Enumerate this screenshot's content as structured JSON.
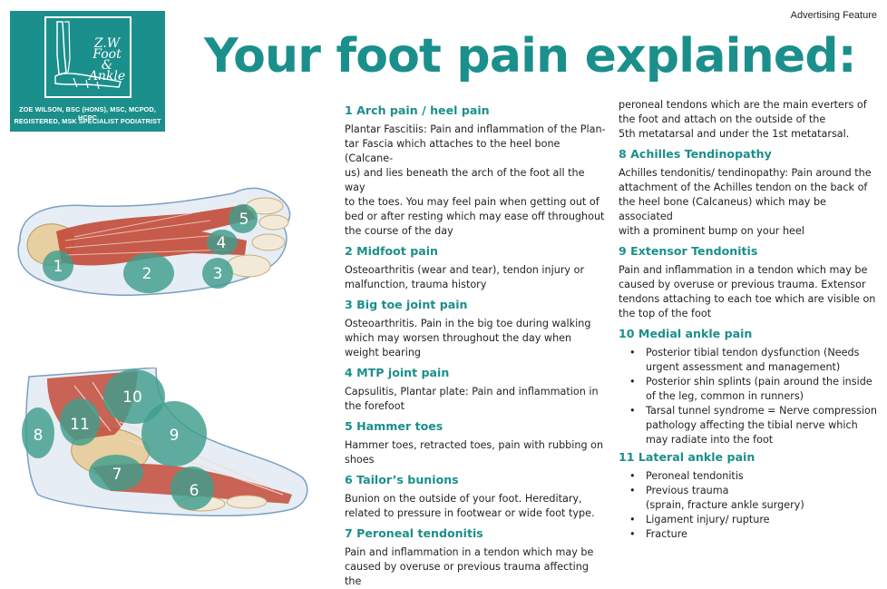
{
  "logo": {
    "name": "Z.W Foot & Ankle",
    "line1": "ZOE WILSON, BSC (HONS), MSC, MCPOD, HCPC",
    "line2": "REGISTERED, MSK SPECIALIST PODIATRIST"
  },
  "ad_label": "Advertising Feature",
  "headline": "Your foot pain explained:",
  "markers_top": [
    "1",
    "2",
    "3",
    "4",
    "5"
  ],
  "markers_side": [
    "6",
    "7",
    "8",
    "9",
    "10",
    "11"
  ],
  "colors": {
    "brand": "#1b8f8b",
    "muscle": "#c24a38",
    "marker": "#3f9e8c"
  },
  "col1": [
    {
      "title": "1 Arch pain / heel pain",
      "lines": [
        "Plantar Fascitiis: Pain and inflammation of the Plan-",
        "tar Fascia which attaches to the heel bone (Calcane-",
        "us) and lies beneath the arch of the foot all the way",
        "to the toes. You may feel pain when getting out of",
        "bed or after resting which may ease off throughout",
        "the course of the day"
      ]
    },
    {
      "title": "2 Midfoot pain",
      "lines": [
        "Osteoarthritis (wear and tear), tendon injury or",
        "malfunction, trauma history"
      ]
    },
    {
      "title": "3 Big toe joint pain",
      "lines": [
        "Osteoarthritis. Pain in the big toe during walking",
        "which may worsen throughout the day when",
        "weight bearing"
      ]
    },
    {
      "title": "4 MTP joint pain",
      "lines": [
        "Capsulitis, Plantar plate: Pain and inflammation in",
        "the forefoot"
      ]
    },
    {
      "title": "5 Hammer toes",
      "lines": [
        "Hammer toes, retracted toes, pain with rubbing on",
        "shoes"
      ]
    },
    {
      "title": "6 Tailor’s bunions",
      "lines": [
        "Bunion on the outside of your foot. Hereditary,",
        "related to pressure in footwear or wide foot type."
      ]
    },
    {
      "title": "7 Peroneal tendonitis",
      "lines": [
        "Pain and inflammation in a tendon which may be",
        "caused by overuse or previous trauma affecting the"
      ]
    }
  ],
  "col2_intro": [
    "peroneal tendons which are the main everters of",
    "the foot and attach on the outside of the",
    "5th metatarsal and under the 1st metatarsal."
  ],
  "col2": [
    {
      "title": "8 Achilles Tendinopathy",
      "lines": [
        "Achilles tendonitis/ tendinopathy: Pain around the",
        "attachment of the Achilles tendon on the back of",
        "the heel bone (Calcaneus) which may be associated",
        "with a prominent bump on your heel"
      ]
    },
    {
      "title": "9 Extensor Tendonitis",
      "lines": [
        "Pain and inflammation in a tendon which may be",
        "caused by overuse or previous trauma. Extensor",
        "tendons attaching to each toe which are visible on",
        "the top of the foot"
      ]
    }
  ],
  "sec10": {
    "title": "10 Medial ankle pain",
    "bullets": [
      [
        "Posterior tibial tendon dysfunction (Needs",
        "urgent assessment and management)"
      ],
      [
        "Posterior shin splints (pain around the inside",
        "of the leg, common in runners)"
      ],
      [
        "Tarsal tunnel syndrome = Nerve compression",
        "pathology affecting the tibial nerve which",
        "may radiate into the foot"
      ]
    ]
  },
  "sec11": {
    "title": "11 Lateral ankle pain",
    "bullets": [
      [
        "Peroneal tendonitis"
      ],
      [
        "Previous trauma",
        "(sprain, fracture ankle surgery)"
      ],
      [
        "Ligament injury/ rupture"
      ],
      [
        "Fracture"
      ]
    ]
  }
}
